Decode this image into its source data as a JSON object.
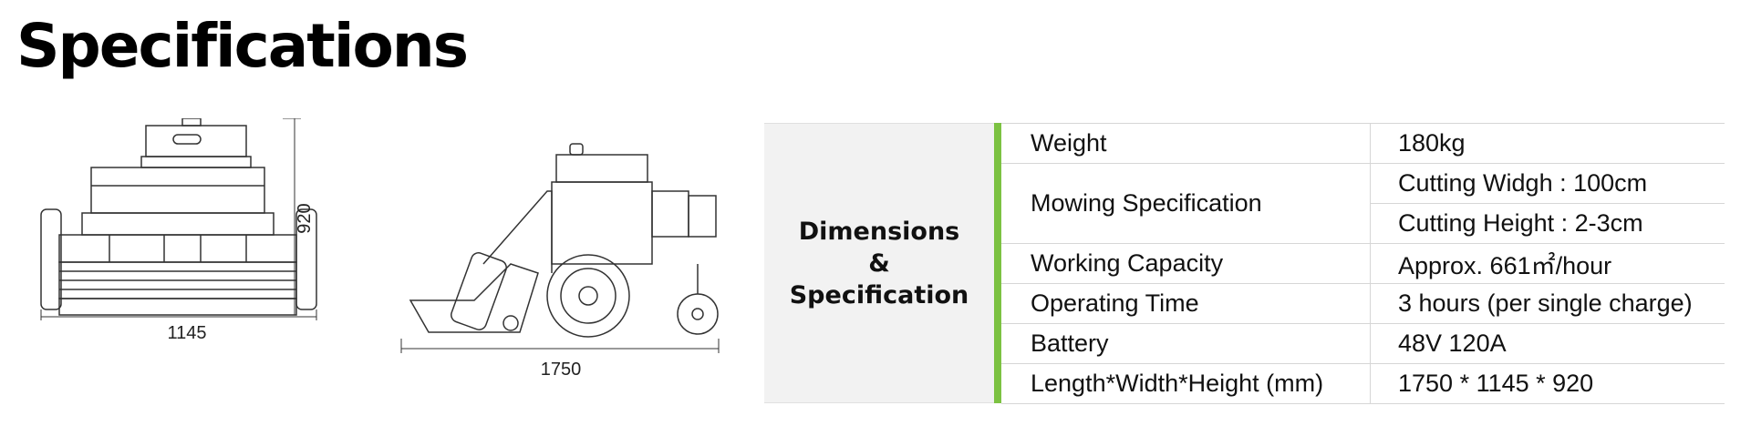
{
  "page": {
    "title": "Specifications"
  },
  "drawings": {
    "front_width": "1145",
    "front_height": "920",
    "side_length": "1750"
  },
  "spec": {
    "category_line1": "Dimensions",
    "category_line2": "&",
    "category_line3": "Specification",
    "accent_color": "#7cc242",
    "rows": [
      {
        "label": "Weight",
        "values": [
          "180kg"
        ]
      },
      {
        "label": "Mowing Specification",
        "values": [
          "Cutting Widgh : 100cm",
          "Cutting Height : 2-3cm"
        ]
      },
      {
        "label": "Working Capacity",
        "values": [
          "Approx. 661㎡/hour"
        ]
      },
      {
        "label": "Operating Time",
        "values": [
          "3 hours (per single charge)"
        ]
      },
      {
        "label": "Battery",
        "values": [
          "48V 120A"
        ]
      },
      {
        "label": "Length*Width*Height (mm)",
        "values": [
          "1750 * 1145 * 920"
        ]
      }
    ]
  }
}
